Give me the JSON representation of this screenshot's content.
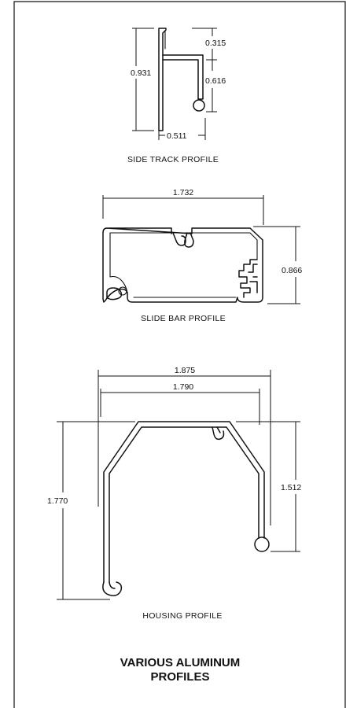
{
  "side_track": {
    "caption": "SIDE TRACK PROFILE",
    "dims": {
      "height": "0.931",
      "top": "0.315",
      "lower": "0.616",
      "width": "0.511"
    }
  },
  "slide_bar": {
    "caption": "SLIDE BAR PROFILE",
    "dims": {
      "width": "1.732",
      "height": "0.866"
    }
  },
  "housing": {
    "caption": "HOUSING PROFILE",
    "dims": {
      "outer_width": "1.875",
      "inner_width": "1.790",
      "left_height": "1.770",
      "right_height": "1.512"
    }
  },
  "title": {
    "line1": "VARIOUS ALUMINUM",
    "line2": "PROFILES"
  }
}
